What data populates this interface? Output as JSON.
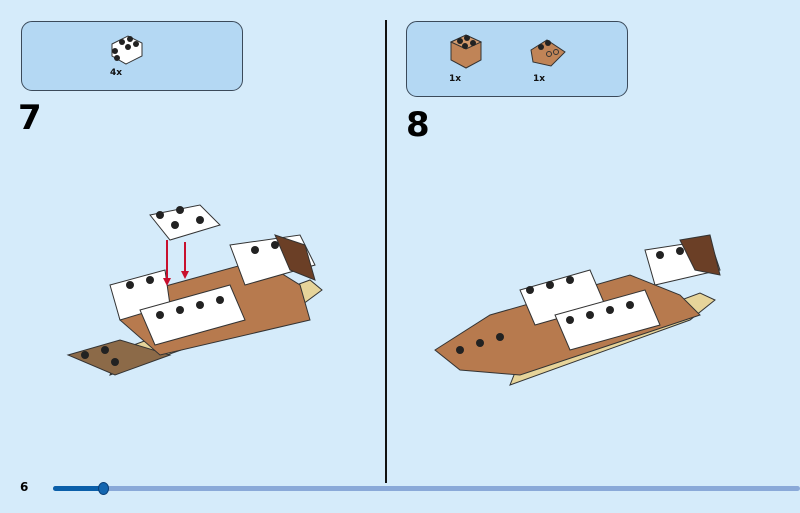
{
  "left_step": {
    "number": "7",
    "parts": [
      {
        "icon": "white-bracket-brick-icon",
        "qty": "4x"
      }
    ]
  },
  "right_step": {
    "number": "8",
    "parts": [
      {
        "icon": "brown-2x2-brick-icon",
        "qty": "1x"
      },
      {
        "icon": "brown-inverted-slope-icon",
        "qty": "1x"
      }
    ]
  },
  "footer": {
    "page_number": "6",
    "progress": 0.067
  },
  "colors": {
    "background": "#d5ebfa",
    "parts_box": "#b4d8f3",
    "progress_fill": "#0b5fa9",
    "progress_track": "#8aa9d8",
    "brown": "#b77a4e",
    "white": "#ffffff",
    "tan": "#e6d49a"
  }
}
